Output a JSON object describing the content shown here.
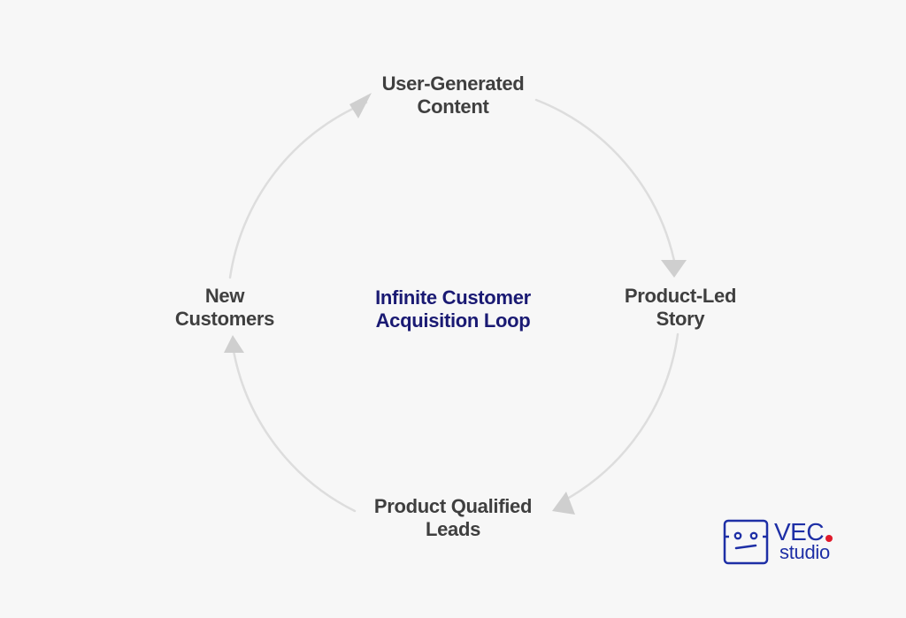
{
  "diagram": {
    "center_title": [
      "Infinite Customer",
      "Acquisition Loop"
    ],
    "nodes": [
      {
        "lines": [
          "User-Generated",
          "Content"
        ]
      },
      {
        "lines": [
          "Product-Led",
          "Story"
        ]
      },
      {
        "lines": [
          "Product Qualified",
          "Leads"
        ]
      },
      {
        "lines": [
          "New",
          "Customers"
        ]
      }
    ],
    "flow": "clockwise",
    "colors": {
      "background": "#f7f7f7",
      "node_text": "#3f3f3f",
      "center_text": "#1a1a73",
      "arrow": "#d4d4d4"
    }
  },
  "logo": {
    "brand": "VEC",
    "sub": "studio",
    "colors": {
      "primary": "#1e2fa6",
      "dot": "#e01a2b"
    }
  }
}
